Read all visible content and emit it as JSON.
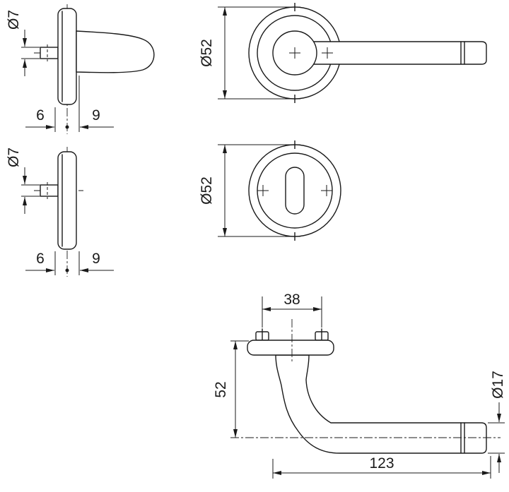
{
  "drawing": {
    "background": "#ffffff",
    "line_color": "#1a1a1a",
    "views": {
      "rose_side": {
        "diameter": "Ø7",
        "offset_front": "6",
        "offset_back": "9"
      },
      "rose_front": {
        "diameter": "Ø52"
      },
      "escutcheon_side": {
        "diameter": "Ø7",
        "offset_front": "6",
        "offset_back": "9"
      },
      "escutcheon_front": {
        "diameter": "Ø52"
      },
      "handle_side": {
        "screw_spacing": "38",
        "height": "52",
        "grip_diameter": "Ø17",
        "length": "123"
      }
    }
  }
}
